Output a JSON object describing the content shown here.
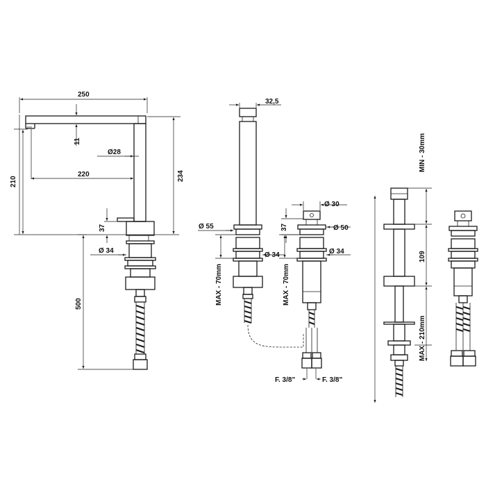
{
  "dimensions": {
    "width_250": "250",
    "height_11": "11",
    "dia_28": "Ø28",
    "height_210": "210",
    "length_220": "220",
    "height_234": "234",
    "height_37_left": "37",
    "dia_34_left": "Ø 34",
    "length_500": "500",
    "width_32_5": "32,5",
    "dia_55": "Ø 55",
    "dia_34_mid": "Ø 34",
    "max_70_a": "MAX - 70mm",
    "height_37_mid": "37",
    "dia_30": "Ø 30",
    "dia_50": "Ø 50",
    "dia_34_right": "Ø 34",
    "max_70_b": "MAX - 70mm",
    "thread_a": "F. 3/8\"",
    "thread_b": "F. 3/8\"",
    "min_30": "MIN - 30mm",
    "height_109": "109",
    "max_210": "MAX - 210mm"
  }
}
